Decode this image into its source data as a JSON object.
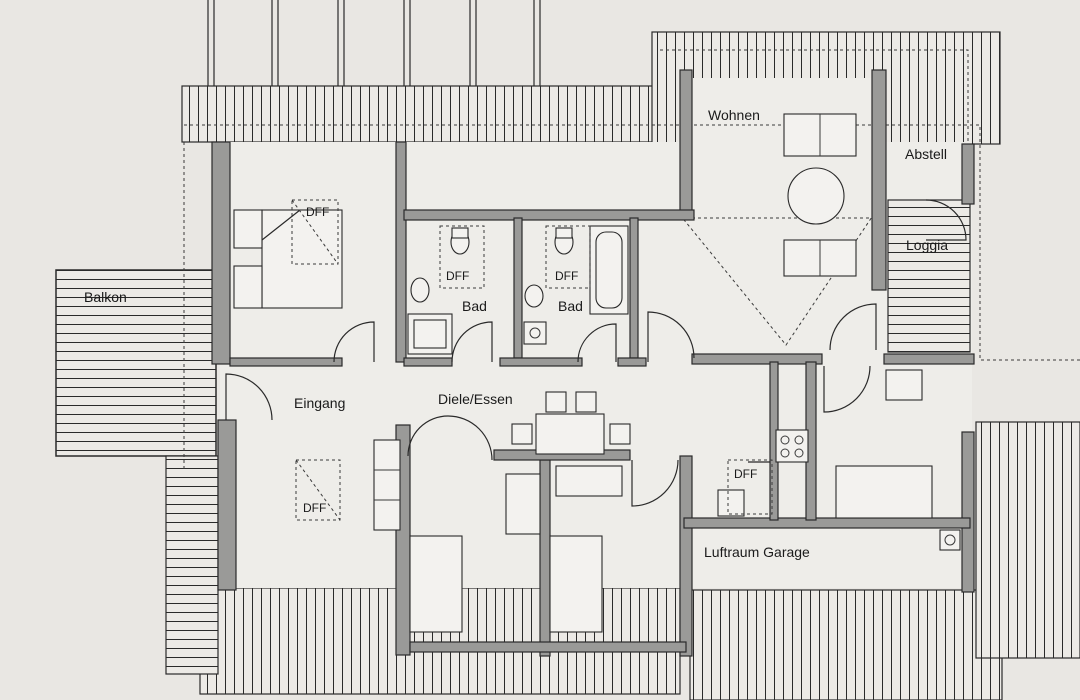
{
  "rooms": {
    "wohnen": "Wohnen",
    "abstell": "Abstell",
    "loggia": "Loggia",
    "balkon": "Balkon",
    "bad_1": "Bad",
    "bad_2": "Bad",
    "eingang": "Eingang",
    "diele_essen": "Diele/Essen",
    "luftraum_garage": "Luftraum Garage"
  },
  "skylights": {
    "dff_bedroom": "DFF",
    "dff_bad_1": "DFF",
    "dff_bad_2": "DFF",
    "dff_kitchen": "DFF",
    "dff_eingang": "DFF"
  }
}
